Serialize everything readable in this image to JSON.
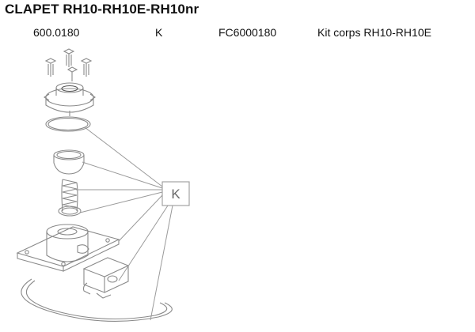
{
  "document": {
    "title": "CLAPET RH10-RH10E-RH10nr"
  },
  "parts_row": {
    "reference": "600.0180",
    "code": "K",
    "fc_reference": "FC6000180",
    "description": "Kit corps RH10-RH10E"
  },
  "diagram": {
    "kit_label": "K"
  },
  "colors": {
    "line": "#8a8a8a",
    "text": "#111111"
  }
}
